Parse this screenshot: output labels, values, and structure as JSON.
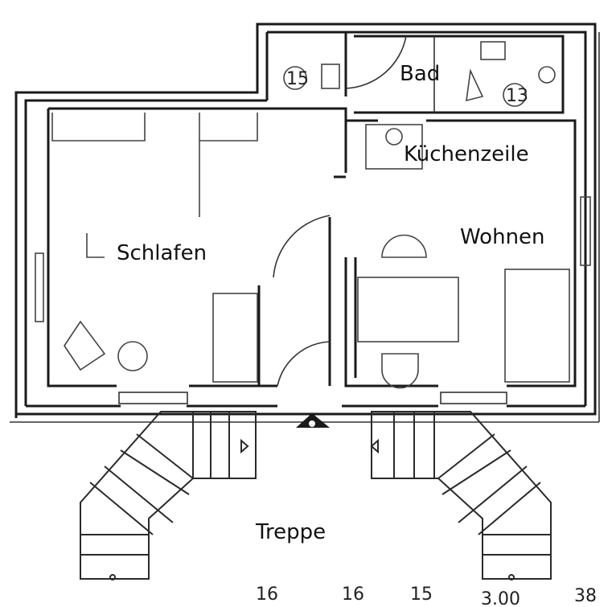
{
  "rooms": {
    "bad": "Bad",
    "kuechenzeile": "Küchenzeile",
    "wohnen": "Wohnen",
    "schlafen": "Schlafen",
    "treppe": "Treppe"
  },
  "symbols": {
    "left_num": "15",
    "right_num": "13"
  },
  "dimensions": {
    "d1": "16",
    "d2": "16",
    "d3": "15",
    "d4": "3.00",
    "d5": "38"
  },
  "colors": {
    "line": "#1a1a1a",
    "paper": "#ffffff"
  }
}
